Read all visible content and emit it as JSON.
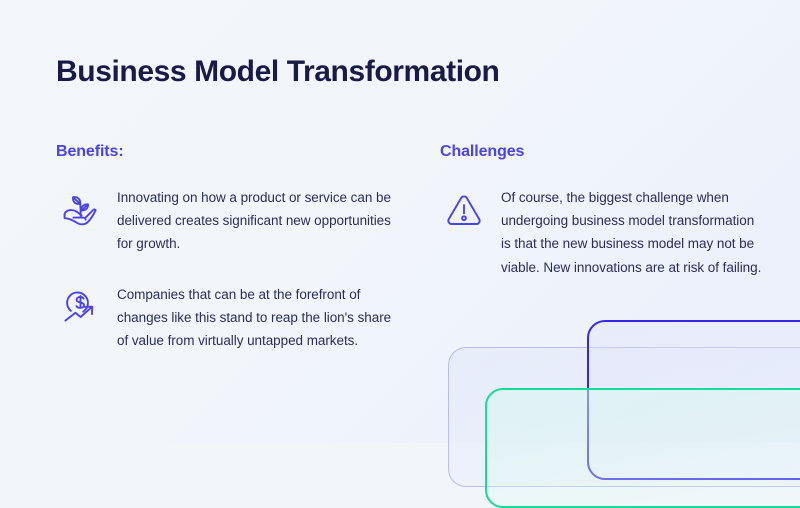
{
  "page": {
    "title": "Business Model Transformation",
    "background_color": "#f2f6fb",
    "title_color": "#191a47",
    "accent_color": "#4b42ef",
    "body_text_color": "#2b2d5c"
  },
  "benefits": {
    "heading": "Benefits:",
    "items": [
      {
        "icon": "plant-in-hand-icon",
        "text": "Innovating on how a product or service can be delivered creates significant new opportunities for growth."
      },
      {
        "icon": "dollar-growth-chart-icon",
        "text": "Companies that can be at the forefront of changes like this stand to reap the lion's share of value from virtually untapped markets."
      }
    ]
  },
  "challenges": {
    "heading": "Challenges",
    "items": [
      {
        "icon": "warning-triangle-icon",
        "text": "Of course, the biggest challenge when undergoing business model transformation is that the new business model may not be viable. New innovations are at risk of failing."
      }
    ]
  },
  "decoration": {
    "rectangles": [
      {
        "name": "faint-lavender-rectangle",
        "color": "#b9bdf0"
      },
      {
        "name": "blue-rectangle",
        "color": "#3627e8"
      },
      {
        "name": "green-rectangle",
        "color": "#13dd9a"
      }
    ]
  }
}
